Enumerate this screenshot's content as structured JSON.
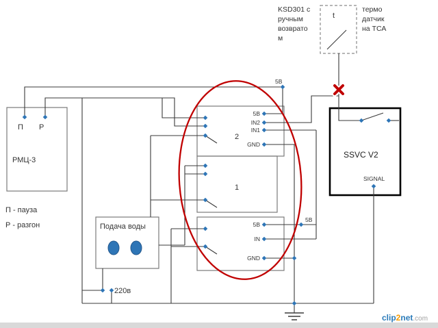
{
  "colors": {
    "wire": "#3a3a3a",
    "box_stroke": "#7a7a7a",
    "node_blue": "#2e75b6",
    "pump_blue": "#2e75b6",
    "highlight_red": "#c00000",
    "ssvc_border": "#000000",
    "bottom_bar": "#d9d9d9"
  },
  "ksd": {
    "line1": "KSD301 с",
    "line2": "ручным",
    "line3": "возврато",
    "line4": "м"
  },
  "thermo_sensor": {
    "symbol": "t",
    "line1": "термо",
    "line2": "датчик",
    "line3": "на ТСА"
  },
  "rmc": {
    "title": "РМЦ-3",
    "terminal_p": "П",
    "terminal_r": "Р"
  },
  "legend": {
    "pause": "П - пауза",
    "accel": "Р - разгон"
  },
  "water": {
    "title": "Подача воды",
    "voltage": "220в"
  },
  "relay_module": {
    "relay2_label": "2",
    "relay1_label": "1",
    "upper_pins": {
      "p5v": "5В",
      "in2": "IN2",
      "in1": "IN1",
      "gnd": "GND"
    },
    "lower_pins": {
      "p5v": "5В",
      "in": "IN",
      "gnd": "GND"
    }
  },
  "rails": {
    "top_5v": "5В",
    "right_5v": "5В"
  },
  "ssvc": {
    "title": "SSVC V2",
    "signal": "SIGNAL"
  },
  "watermark": {
    "clip": "clip",
    "two": "2",
    "net": "net",
    "com": ".com"
  }
}
